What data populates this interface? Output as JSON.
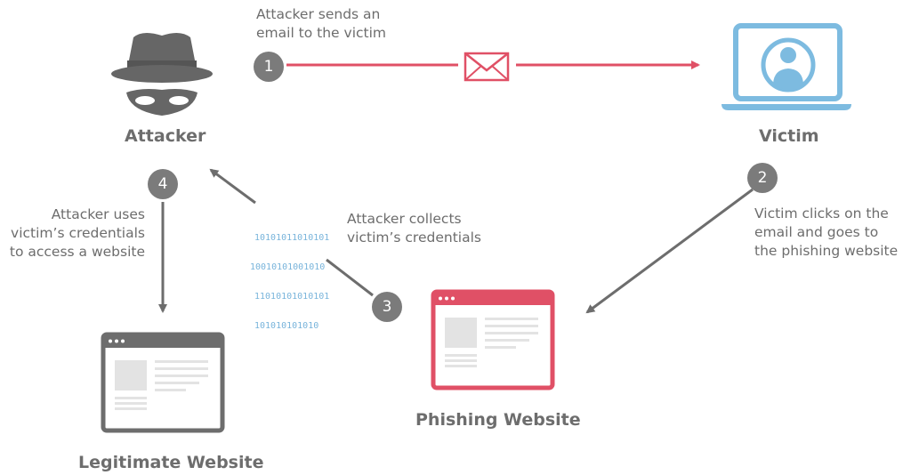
{
  "nodes": {
    "attacker": "Attacker",
    "victim": "Victim",
    "phishing_website": "Phishing Website",
    "legitimate_website": "Legitimate Website"
  },
  "steps": [
    {
      "number": "1",
      "lines": [
        "Attacker sends an",
        "email to the victim"
      ]
    },
    {
      "number": "2",
      "lines": [
        "Victim clicks on the",
        "email and goes to",
        "the phishing website"
      ]
    },
    {
      "number": "3",
      "lines": [
        "Attacker collects",
        "victim’s credentials"
      ]
    },
    {
      "number": "4",
      "lines": [
        "Attacker uses",
        "victim’s credentials",
        "to access a website"
      ]
    }
  ],
  "binary_lines": [
    "10101011010101",
    "10010101001010",
    "11010101010101",
    "101010101010"
  ],
  "colors": {
    "gray": "#6d6d6d",
    "red": "#e05066",
    "blue": "#7dbbe0"
  },
  "icons": [
    "attacker-hat-mask-icon",
    "envelope-icon",
    "laptop-user-icon",
    "browser-window-icon"
  ]
}
